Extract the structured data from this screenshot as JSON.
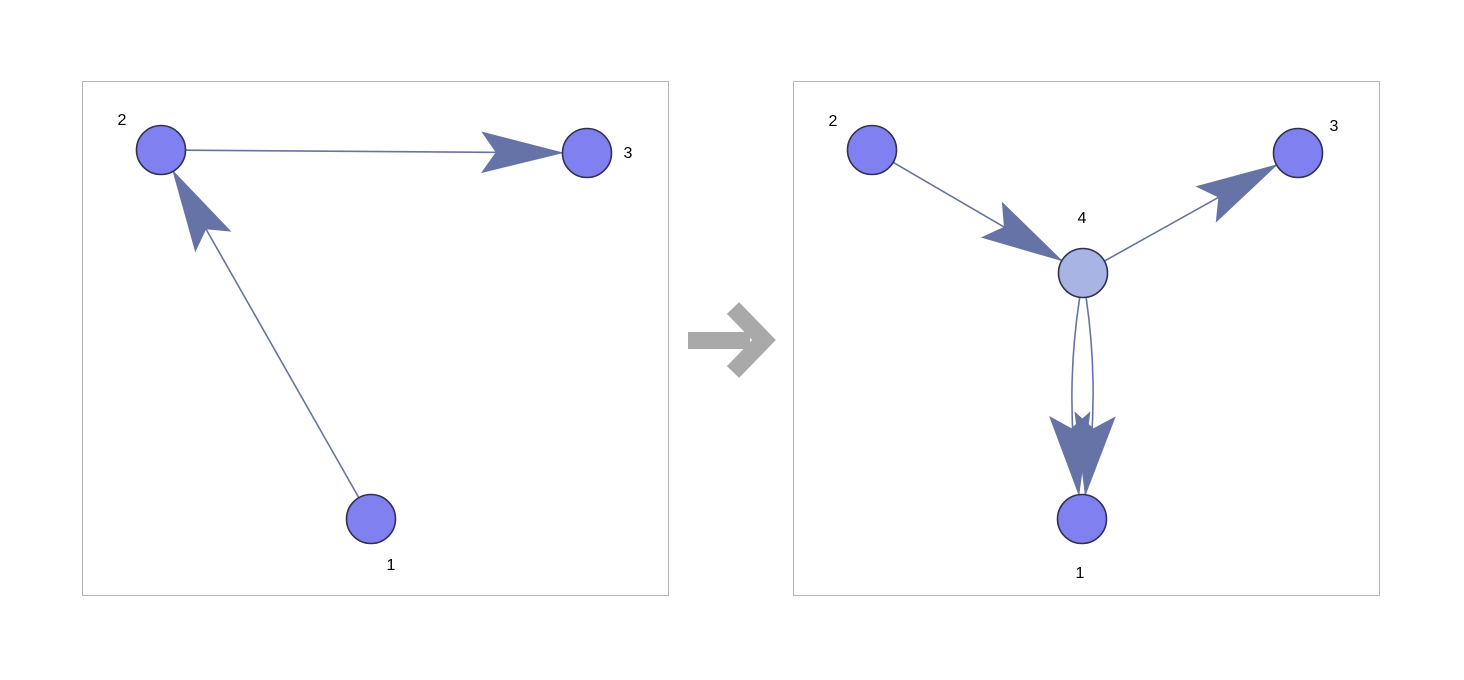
{
  "colors": {
    "node_fill": "#8080f0",
    "new_node_fill": "#a8b4e4",
    "node_stroke": "#303050",
    "edge": "#6673a6",
    "transition_arrow": "#a9a9a9",
    "panel_border": "#b5b5b5"
  },
  "transition_icon": "right-arrow-icon",
  "before": {
    "nodes": [
      {
        "id": "1",
        "label": "1"
      },
      {
        "id": "2",
        "label": "2"
      },
      {
        "id": "3",
        "label": "3"
      }
    ],
    "edges": [
      {
        "from": "1",
        "to": "2"
      },
      {
        "from": "2",
        "to": "3"
      }
    ]
  },
  "after": {
    "nodes": [
      {
        "id": "1",
        "label": "1"
      },
      {
        "id": "2",
        "label": "2"
      },
      {
        "id": "3",
        "label": "3"
      },
      {
        "id": "4",
        "label": "4",
        "new": true
      }
    ],
    "edges": [
      {
        "from": "2",
        "to": "4"
      },
      {
        "from": "4",
        "to": "3"
      },
      {
        "from": "4",
        "to": "1"
      },
      {
        "from": "4",
        "to": "1"
      }
    ]
  }
}
